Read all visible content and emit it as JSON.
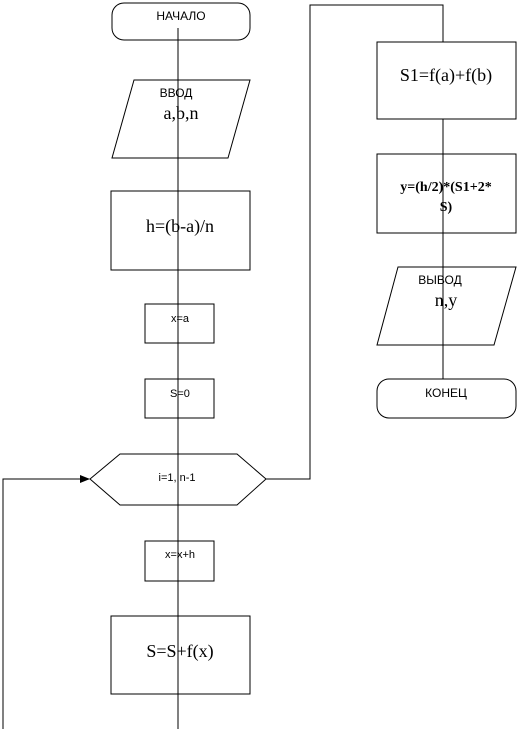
{
  "flowchart": {
    "start": "НАЧАЛО",
    "input_label": "ВВОД",
    "input_vars": "a,b,n",
    "step_h": "h=(b-a)/n",
    "init_x": "x=a",
    "init_s": "S=0",
    "loop": "i=1, n-1",
    "step_x": "x=x+h",
    "step_s": "S=S+f(x)",
    "step_s1": "S1=f(a)+f(b)",
    "calc_y_line1": "y=(h/2)*(S1+2*",
    "calc_y_line2": "S)",
    "output_label": "ВЫВОД",
    "output_vars": "n,y",
    "end": "КОНЕЦ"
  }
}
